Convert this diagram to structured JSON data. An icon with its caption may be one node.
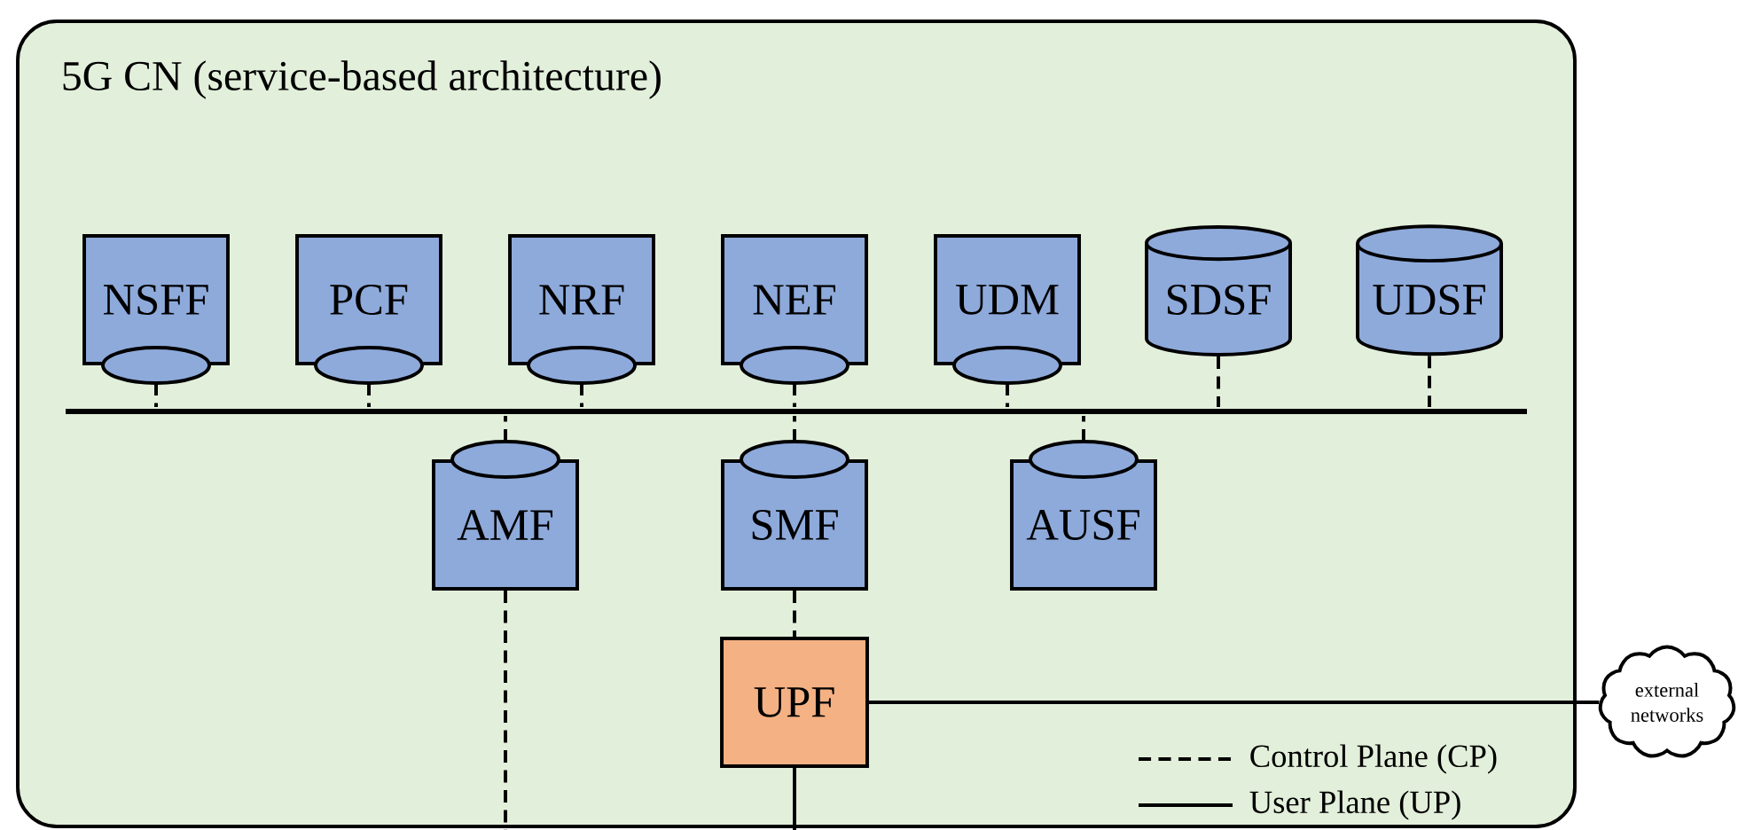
{
  "diagram": {
    "nodes": [
      {
        "text": [
          "5G CN (service-based architecture)"
        ]
      },
      {
        "text": [
          "NSFF"
        ],
        "in": 0
      },
      {
        "text": [
          "PCF"
        ],
        "in": 0
      },
      {
        "text": [
          "NRF"
        ],
        "in": 0
      },
      {
        "text": [
          "NEF"
        ],
        "in": 0
      },
      {
        "text": [
          "UDM"
        ],
        "in": 0
      },
      {
        "text": [
          "SDSF"
        ],
        "in": 0
      },
      {
        "text": [
          "UDSF"
        ],
        "in": 0
      },
      {
        "text": [],
        "shape": "bar",
        "in": 0
      },
      {
        "text": [
          "AMF"
        ],
        "in": 0
      },
      {
        "text": [
          "SMF"
        ],
        "in": 0
      },
      {
        "text": [
          "AUSF"
        ],
        "in": 0
      },
      {
        "text": [
          "UPF"
        ],
        "in": 0
      },
      {
        "text": [
          "external networks"
        ]
      }
    ],
    "edges": [
      {
        "from": 1,
        "to": 8,
        "arrow": "none",
        "style": "dashed"
      },
      {
        "from": 2,
        "to": 8,
        "arrow": "none",
        "style": "dashed"
      },
      {
        "from": 3,
        "to": 8,
        "arrow": "none",
        "style": "dashed"
      },
      {
        "from": 4,
        "to": 8,
        "arrow": "none",
        "style": "dashed"
      },
      {
        "from": 5,
        "to": 8,
        "arrow": "none",
        "style": "dashed"
      },
      {
        "from": 6,
        "to": 8,
        "arrow": "none",
        "style": "dashed"
      },
      {
        "from": 7,
        "to": 8,
        "arrow": "none",
        "style": "dashed"
      },
      {
        "from": 9,
        "to": 8,
        "arrow": "none",
        "style": "dashed"
      },
      {
        "from": 10,
        "to": 8,
        "arrow": "none",
        "style": "dashed"
      },
      {
        "from": 11,
        "to": 8,
        "arrow": "none",
        "style": "dashed"
      },
      {
        "from": 10,
        "to": 12,
        "arrow": "none",
        "style": "dashed"
      },
      {
        "from": 12,
        "to": 13,
        "arrow": "none"
      },
      {
        "from": 9,
        "to": null,
        "arrow": "none",
        "style": "dashed"
      },
      {
        "from": 12,
        "to": null,
        "arrow": "none"
      }
    ],
    "legend": [
      {
        "text": "Control Plane (CP)"
      },
      {
        "text": "User Plane (UP)"
      }
    ]
  }
}
